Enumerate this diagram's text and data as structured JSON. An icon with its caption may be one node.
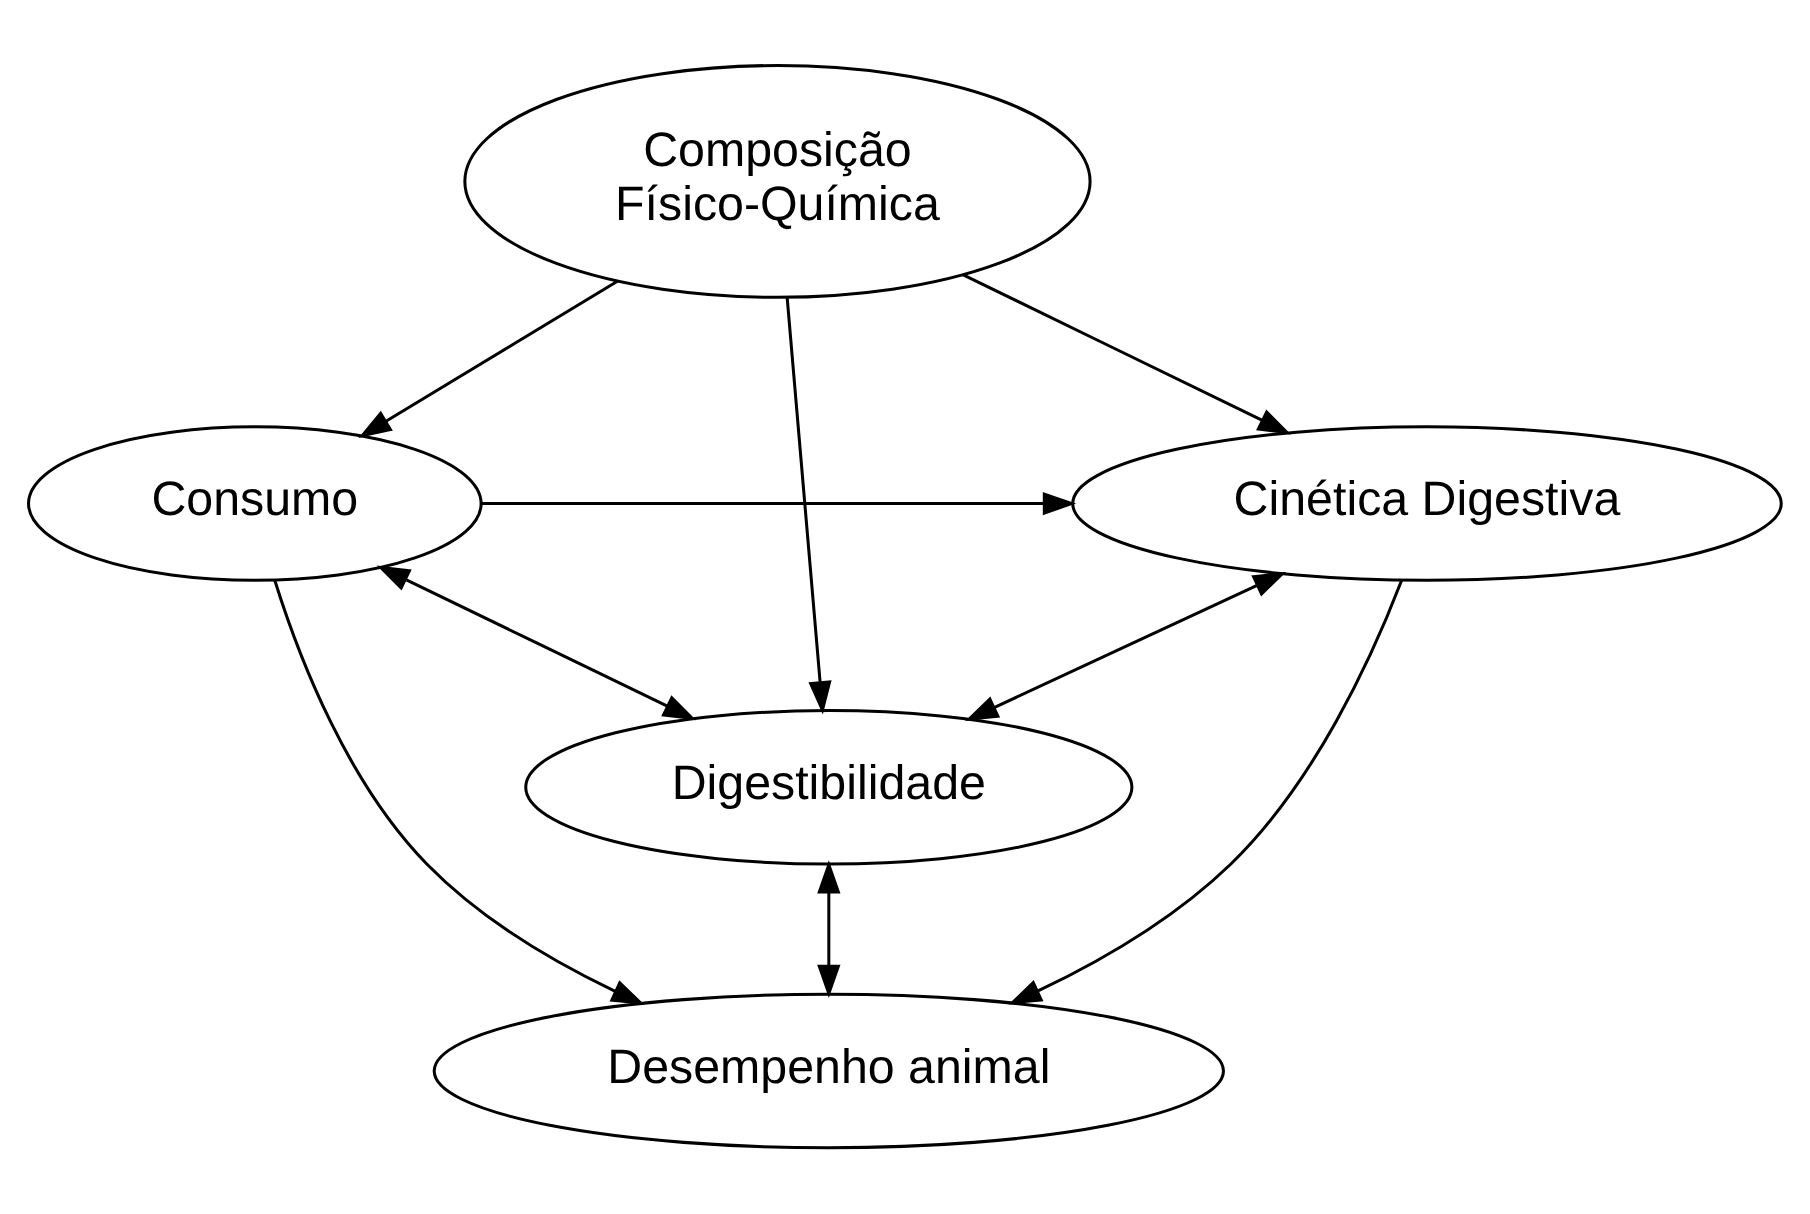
{
  "diagram": {
    "nodes": [
      {
        "text": [
          "Composição Físico-Química"
        ]
      },
      {
        "text": [
          "Consumo"
        ]
      },
      {
        "text": [
          "Cinética Digestiva"
        ]
      },
      {
        "text": [
          "Digestibilidade"
        ]
      },
      {
        "text": [
          "Desempenho animal"
        ]
      }
    ],
    "edges": [
      {
        "from": 0,
        "to": 1,
        "arrow": "to"
      },
      {
        "from": 0,
        "to": 3,
        "arrow": "to"
      },
      {
        "from": 0,
        "to": 2,
        "arrow": "to"
      },
      {
        "from": 1,
        "to": 2,
        "arrow": "to"
      },
      {
        "from": 1,
        "to": 3,
        "arrow": "both"
      },
      {
        "from": 2,
        "to": 3,
        "arrow": "both"
      },
      {
        "from": 1,
        "to": 4,
        "arrow": "to"
      },
      {
        "from": 3,
        "to": 4,
        "arrow": "both"
      },
      {
        "from": 2,
        "to": 4,
        "arrow": "to"
      }
    ]
  }
}
